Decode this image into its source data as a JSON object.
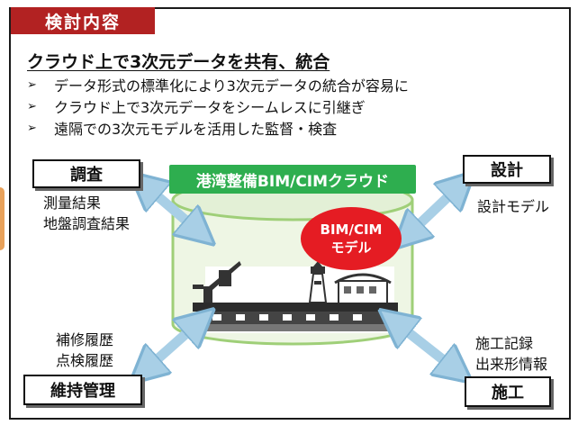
{
  "header": {
    "title": "検討内容"
  },
  "headline": "クラウド上で3次元データを共有、統合",
  "bullets": [
    "データ形式の標準化により3次元データの統合が容易に",
    "クラウド上で3次元データをシームレスに引継ぎ",
    "遠隔での3次元モデルを活用した監督・検査"
  ],
  "bullet_marker": "➢",
  "cloud": {
    "title": "港湾整備BIM/CIMクラウド"
  },
  "bim_badge": {
    "line1": "BIM/CIM",
    "line2": "モデル"
  },
  "nodes": {
    "survey": {
      "title": "調査",
      "line1": "測量結果",
      "line2": "地盤調査結果"
    },
    "design": {
      "title": "設計",
      "line1": "設計モデル"
    },
    "maintenance": {
      "title": "維持管理",
      "line1": "補修履歴",
      "line2": "点検履歴"
    },
    "construction": {
      "title": "施工",
      "line1": "施工記録",
      "line2": "出来形情報"
    }
  },
  "colors": {
    "header_red": "#b22222",
    "cloud_green": "#2eae4f",
    "badge_red": "#e51c23",
    "cylinder_fill": "#eef6e4",
    "cylinder_stroke": "#9fcf78",
    "arrow_fill": "#a8cfe6",
    "arrow_stroke": "#7fb3d3"
  }
}
